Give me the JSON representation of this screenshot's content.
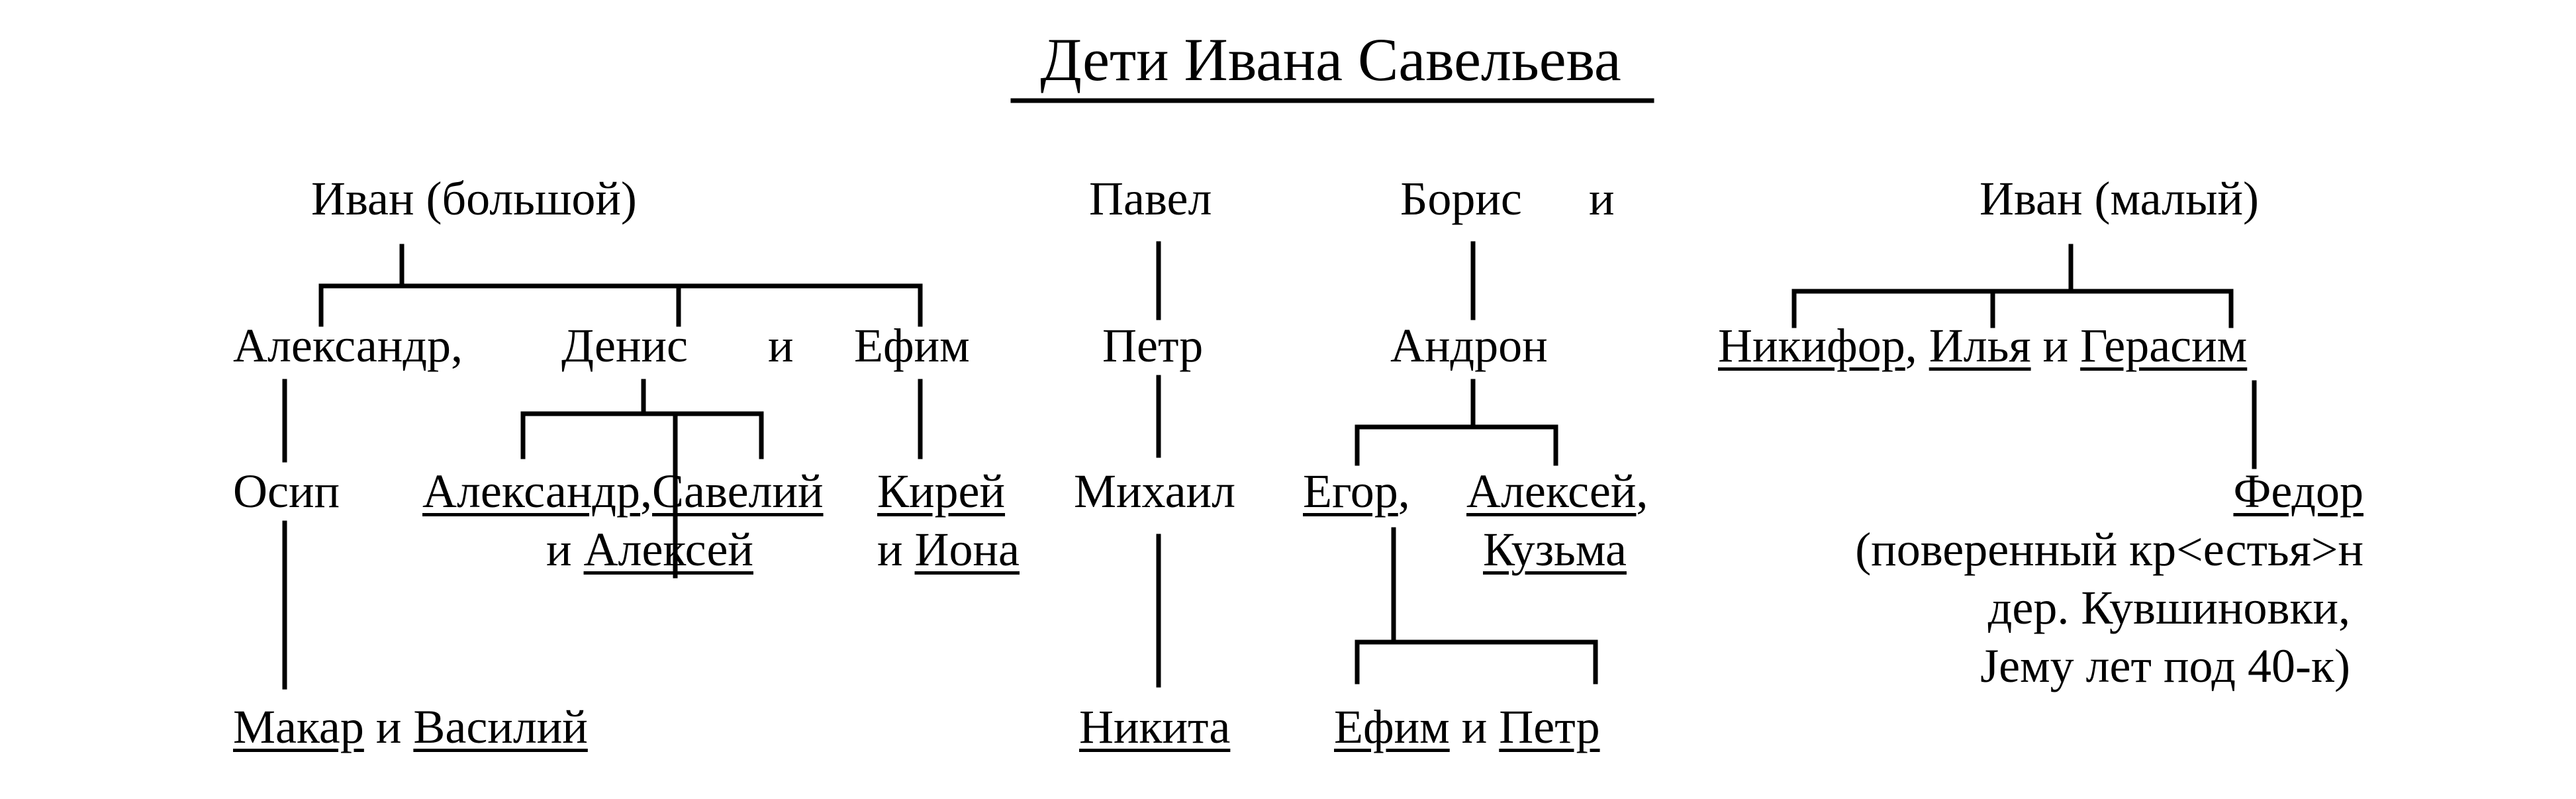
{
  "title": "Дети Ивана Савельева",
  "conj": "и",
  "comma": ",",
  "ivan_big": {
    "name": "Иван (большой)",
    "aleksandr": "Александр",
    "denis": "Денис",
    "efim": "Ефим",
    "osip": "Осип",
    "makar": "Макар",
    "vasiliy": "Василий",
    "d_aleksandr": "Александр",
    "d_saveliy": "Савелий",
    "d_aleksey": "Алексей",
    "kirey": "Кирей",
    "iona": "Иона"
  },
  "pavel": {
    "name": "Павел",
    "petr": "Петр",
    "mikhail": "Михаил",
    "nikita": "Никита"
  },
  "boris": {
    "name": "Борис",
    "andron": "Андрон",
    "egor": "Егор",
    "aleksey": "Алексей",
    "kuzma": "Кузьма",
    "efim": "Ефим",
    "petr": "Петр"
  },
  "ivan_small": {
    "name": "Иван (малый)",
    "nikifor": "Никифор",
    "ilya": "Илья",
    "gerasim": "Герасим",
    "fedor": "Федор",
    "note_line1": "(поверенный кр<естья>н",
    "note_line2": "дер. Кувшиновки,",
    "note_line3": "Јему лет под 40-к)"
  }
}
